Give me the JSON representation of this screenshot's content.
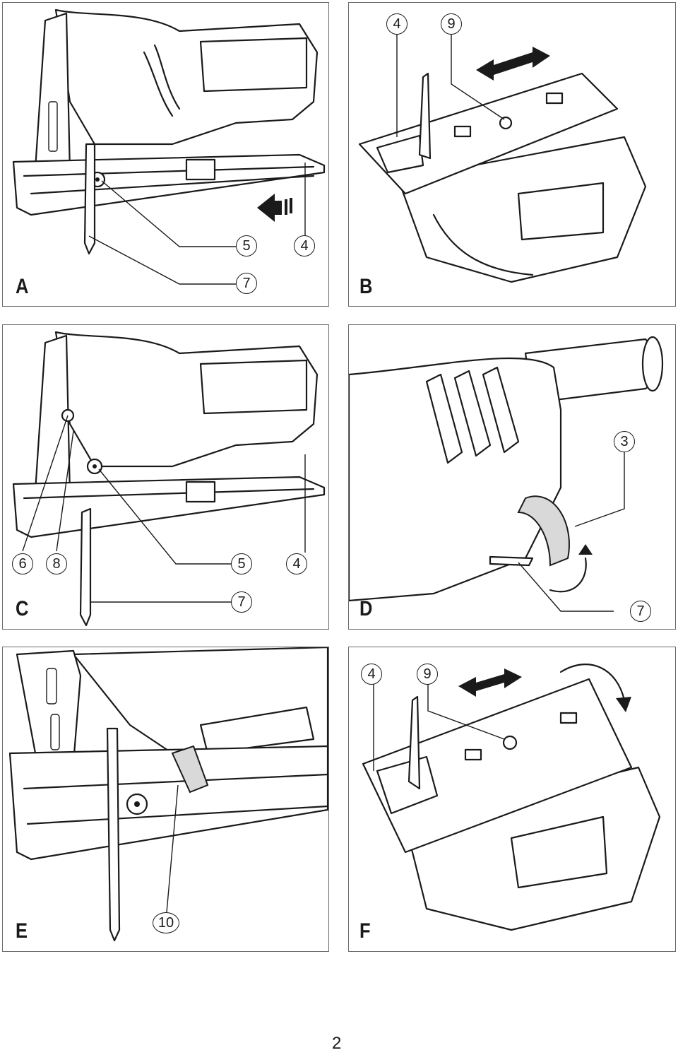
{
  "panels": {
    "a": {
      "letter": "A",
      "callouts": [
        "5",
        "4",
        "7"
      ]
    },
    "b": {
      "letter": "B",
      "callouts": [
        "4",
        "9"
      ]
    },
    "c": {
      "letter": "C",
      "callouts": [
        "6",
        "8",
        "5",
        "4",
        "7"
      ]
    },
    "d": {
      "letter": "D",
      "callouts": [
        "3",
        "7"
      ]
    },
    "e": {
      "letter": "E",
      "callouts": [
        "10"
      ]
    },
    "f": {
      "letter": "F",
      "callouts": [
        "4",
        "9"
      ]
    }
  },
  "page_number": "2",
  "colors": {
    "ink": "#1a1a1a",
    "frame": "#6a6a6a",
    "paper": "#ffffff"
  }
}
